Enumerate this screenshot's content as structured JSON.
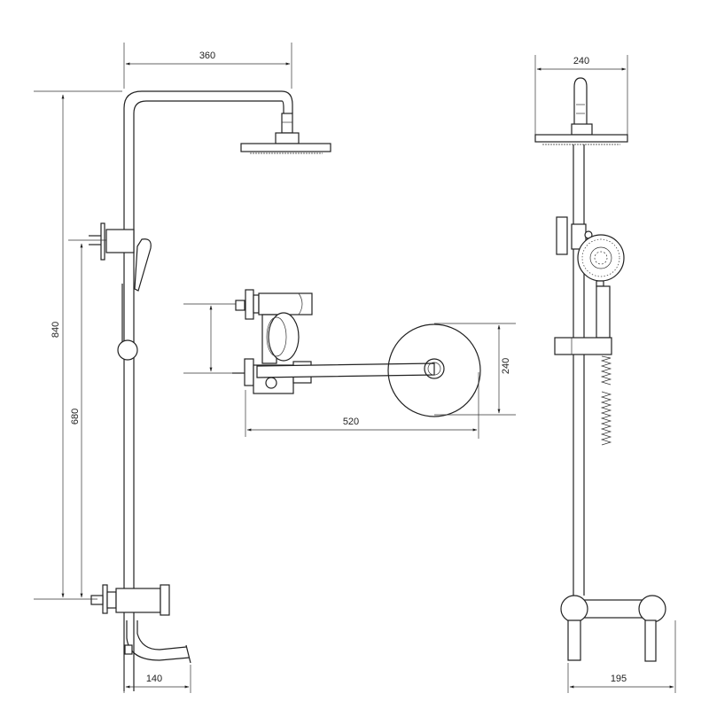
{
  "title": "Shower system technical drawing",
  "views": {
    "front": {
      "dims": {
        "arm_reach": "360",
        "total_height": "840",
        "holder_height": "680",
        "spout_reach": "140"
      }
    },
    "top": {
      "dims": {
        "head_diameter": "240",
        "arm_length": "520"
      }
    },
    "side": {
      "dims": {
        "head_width": "240",
        "depth": "195"
      }
    }
  },
  "colors": {
    "line": "#222222",
    "background": "#ffffff"
  }
}
